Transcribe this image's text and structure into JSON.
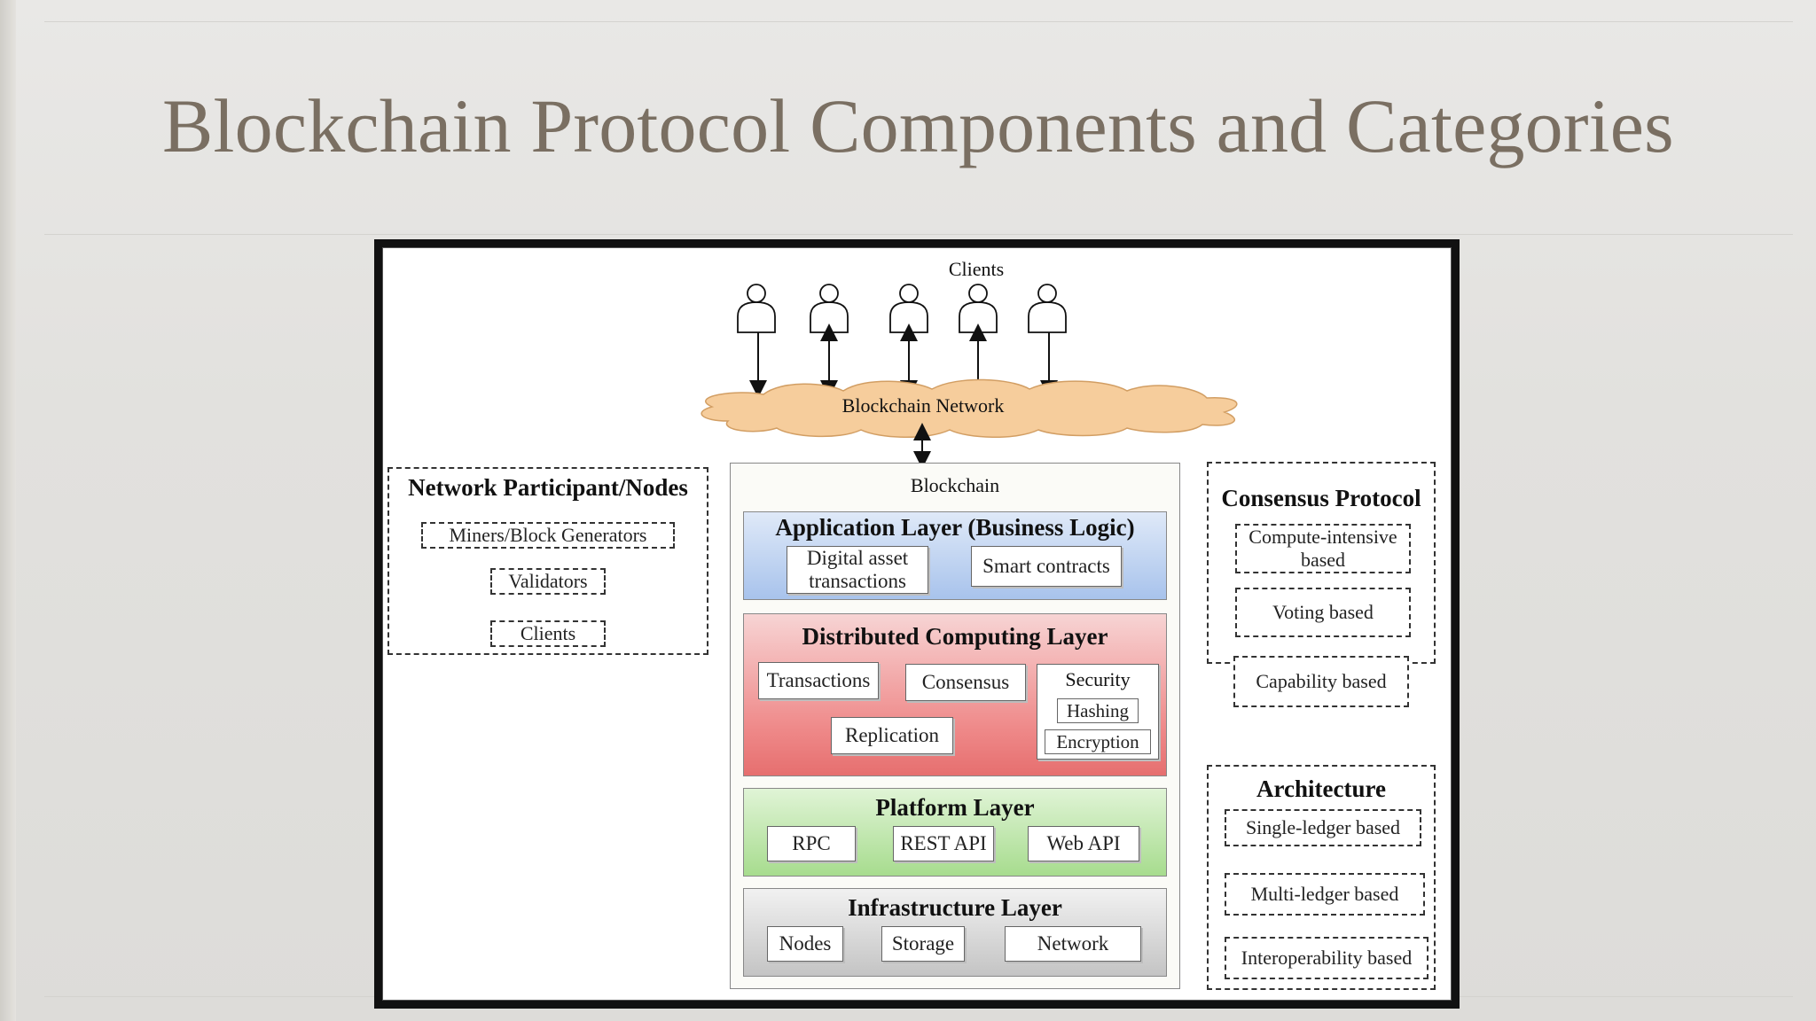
{
  "slide": {
    "title": "Blockchain Protocol Components and Categories"
  },
  "diagram": {
    "clients_label": "Clients",
    "network_label": "Blockchain Network",
    "blockchain_label": "Blockchain",
    "participants": {
      "title": "Network Participant/Nodes",
      "items": [
        "Miners/Block Generators",
        "Validators",
        "Clients"
      ]
    },
    "application_layer": {
      "title": "Application Layer (Business Logic)",
      "items": [
        "Digital asset transactions",
        "Smart contracts"
      ]
    },
    "distributed_layer": {
      "title": "Distributed Computing Layer",
      "items": [
        "Transactions",
        "Consensus",
        "Replication"
      ],
      "security": {
        "title": "Security",
        "items": [
          "Hashing",
          "Encryption"
        ]
      }
    },
    "platform_layer": {
      "title": "Platform Layer",
      "items": [
        "RPC",
        "REST API",
        "Web API"
      ]
    },
    "infrastructure_layer": {
      "title": "Infrastructure Layer",
      "items": [
        "Nodes",
        "Storage",
        "Network"
      ]
    },
    "consensus": {
      "title": "Consensus Protocol",
      "items": [
        "Compute-intensive based",
        "Voting based",
        "Capability based"
      ]
    },
    "architecture": {
      "title": "Architecture",
      "items": [
        "Single-ledger based",
        "Multi-ledger based",
        "Interoperability based"
      ]
    },
    "colors": {
      "application": "#a8c3ec",
      "distributed": "#ef8a8a",
      "platform": "#a7dc8e",
      "infrastructure": "#cfcfcf",
      "cloud": "#f6cd9c",
      "title": "#7a6f62"
    }
  }
}
